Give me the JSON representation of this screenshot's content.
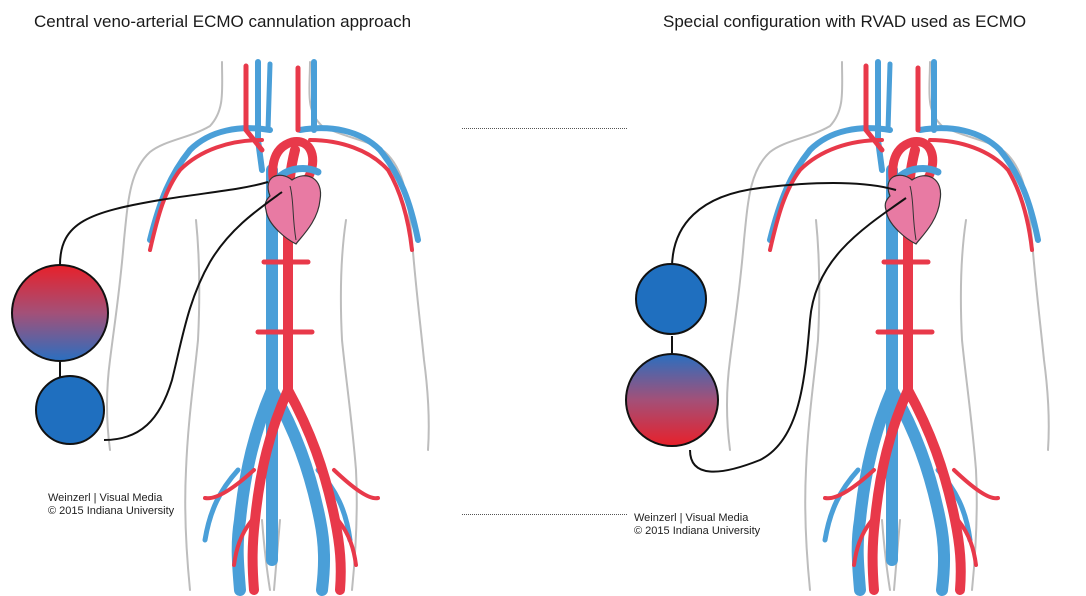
{
  "left_panel": {
    "title": "Central veno-arterial ECMO cannulation approach",
    "credit_line1": "Weinzerl | Visual Media",
    "credit_line2": "© 2015 Indiana University"
  },
  "right_panel": {
    "title": "Special configuration with RVAD used as ECMO",
    "credit_line1": "Weinzerl | Visual Media",
    "credit_line2": "© 2015 Indiana University"
  },
  "colors": {
    "artery": "#e8394a",
    "vein": "#4a9fd8",
    "heart": "#e87aa3",
    "pump": "#1f6fbf",
    "outline": "#bdbdbd",
    "tubing": "#111111"
  }
}
